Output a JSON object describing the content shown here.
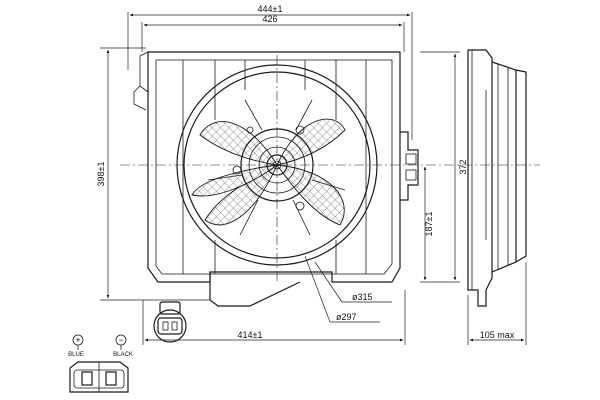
{
  "dimensions": {
    "overall_width": "444±1",
    "inner_width": "426",
    "overall_height": "398±1",
    "frame_height": "372",
    "center_height": "187±1",
    "shroud_diameter": "ø315",
    "fan_diameter": "ø297",
    "base_width": "414±1",
    "depth": "105 max"
  },
  "connector": {
    "plus_symbol": "+",
    "minus_symbol": "−",
    "plus_label": "BLUE",
    "minus_label": "BLACK"
  }
}
